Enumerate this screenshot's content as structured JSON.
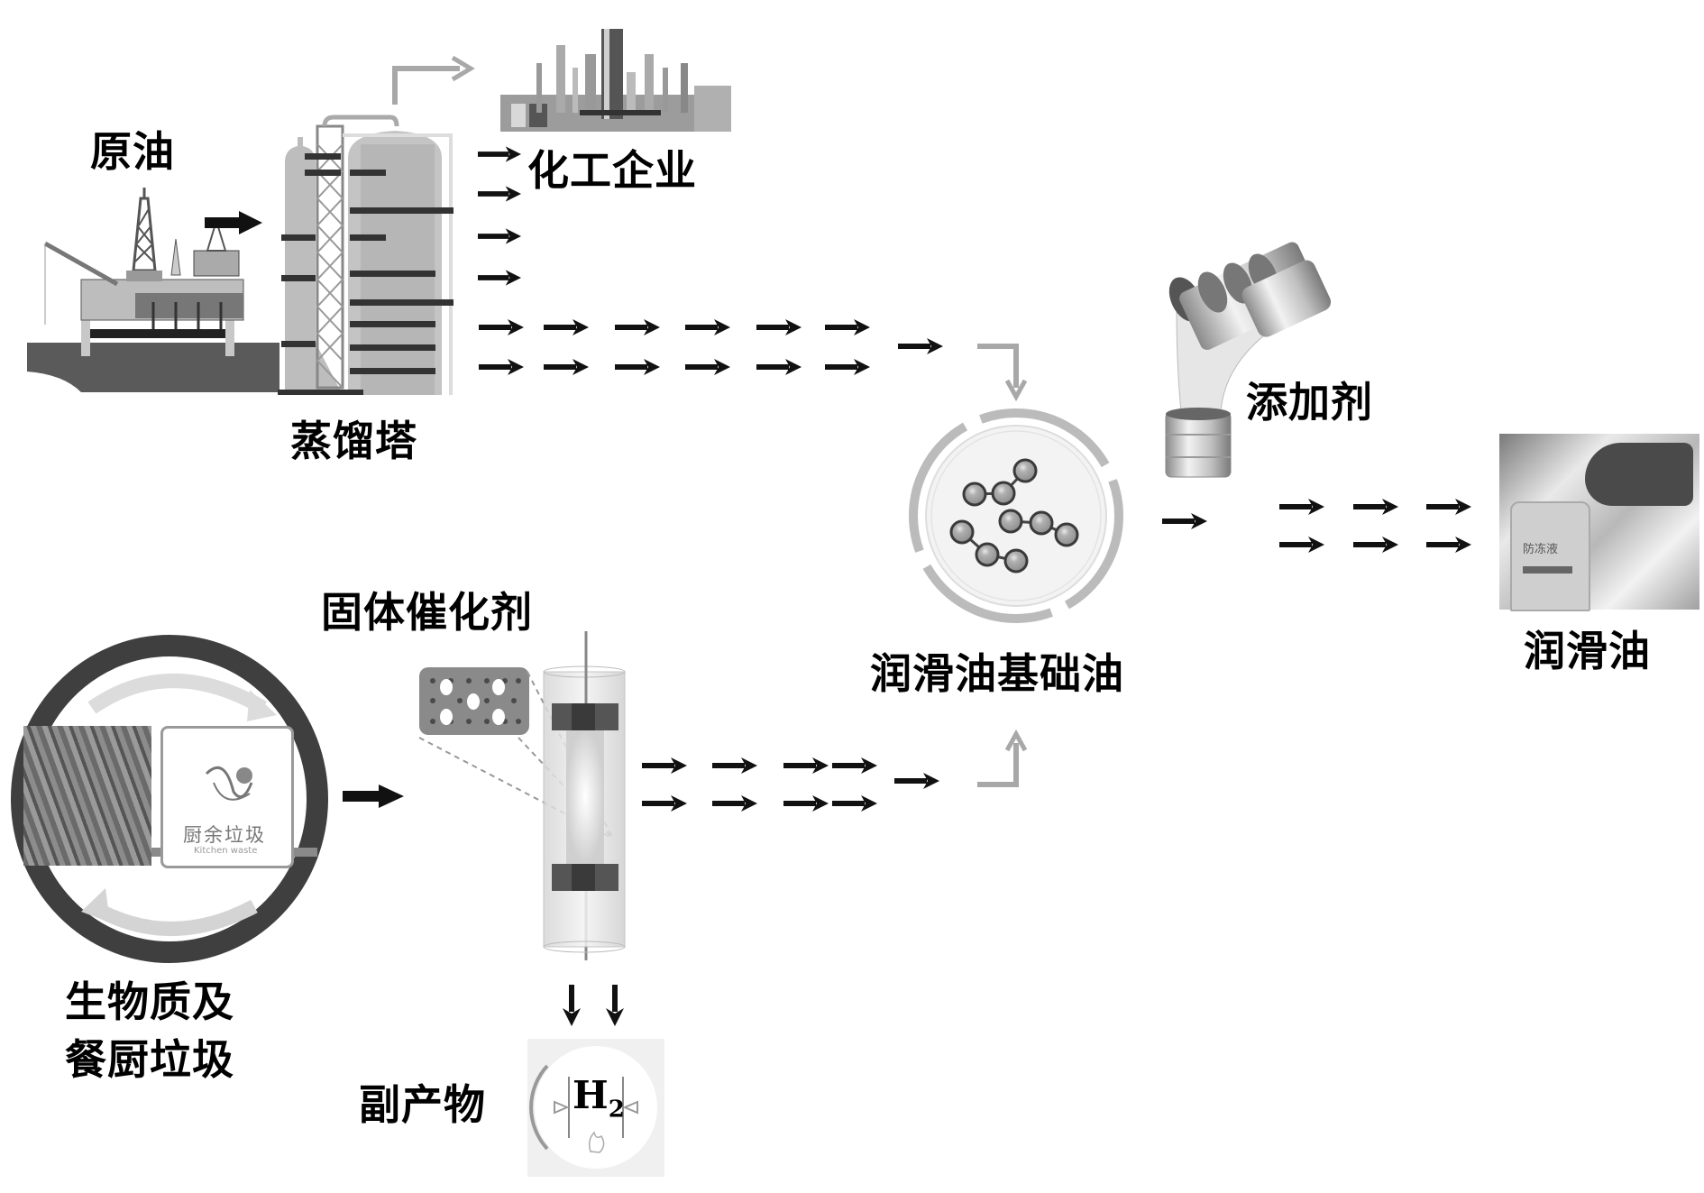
{
  "figure": {
    "title": "润滑油基础油生产路线示意图",
    "labels": {
      "crude_oil": "原油",
      "distillation_tower": "蒸馏塔",
      "chemical_enterprise": "化工企业",
      "additive": "添加剂",
      "base_oil": "润滑油基础油",
      "lubricant": "润滑油",
      "solid_catalyst": "固体催化剂",
      "biomass_line1": "生物质及",
      "biomass_line2": "餐厨垃圾",
      "byproduct": "副产物",
      "h2_main": "H",
      "h2_sub": "2",
      "kitchen_waste_cn": "厨余垃圾",
      "kitchen_waste_en": "Kitchen waste",
      "bottle_brand": "防冻液"
    },
    "colors": {
      "arrow_black": "#111111",
      "arrow_gray": "#a8a8a8",
      "image_gray": "#9a9a9a",
      "dark_gray": "#4a4a4a"
    },
    "flows": [
      {
        "from": "原油",
        "to": "蒸馏塔"
      },
      {
        "from": "蒸馏塔",
        "to": "化工企业"
      },
      {
        "from": "蒸馏塔",
        "to": "润滑油基础油"
      },
      {
        "from": "生物质及餐厨垃圾",
        "to": "固体催化剂"
      },
      {
        "from": "固体催化剂",
        "to": "润滑油基础油"
      },
      {
        "from": "固体催化剂",
        "to": "副产物"
      },
      {
        "from": "润滑油基础油",
        "to": "润滑油",
        "via": "添加剂"
      }
    ]
  }
}
